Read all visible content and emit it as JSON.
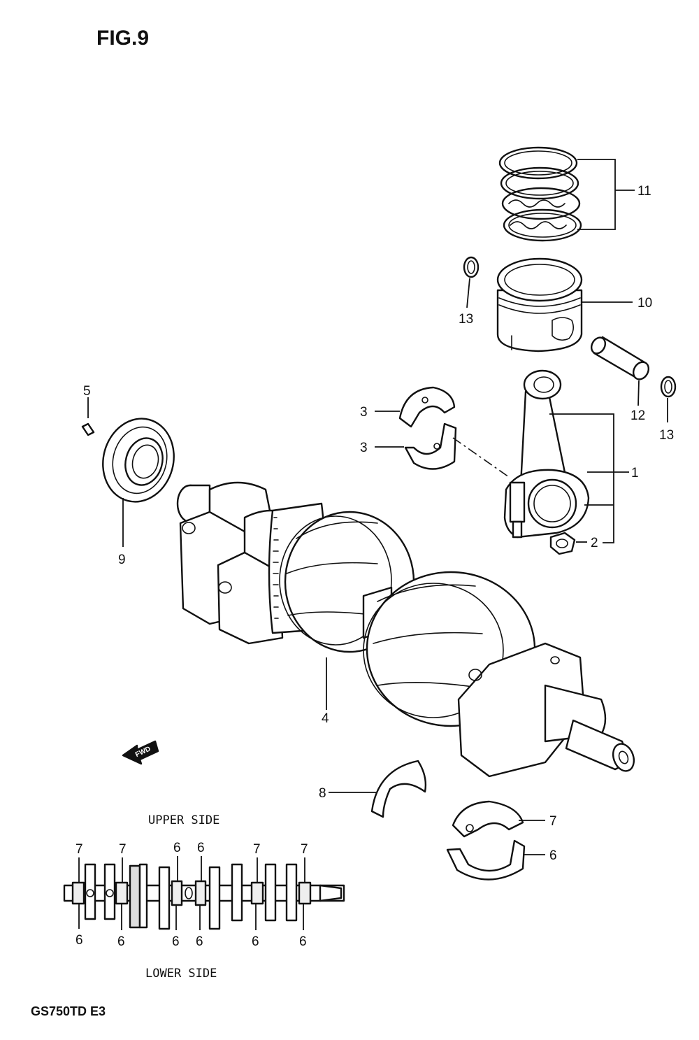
{
  "figure": {
    "title": "FIG.9",
    "model": "GS750TD E3"
  },
  "callouts": {
    "c1": "1",
    "c2": "2",
    "c3a": "3",
    "c3b": "3",
    "c4": "4",
    "c5": "5",
    "c6": "6",
    "c7": "7",
    "c8": "8",
    "c9": "9",
    "c10": "10",
    "c11": "11",
    "c12": "12",
    "c13a": "13",
    "c13b": "13"
  },
  "fwd_arrow": "FWD",
  "bearing_diagram": {
    "upper_side": "UPPER SIDE",
    "lower_side": "LOWER SIDE",
    "upper_labels": [
      "7",
      "7",
      "6",
      "6",
      "7",
      "7"
    ],
    "lower_labels": [
      "6",
      "6",
      "6",
      "6",
      "6",
      "6"
    ]
  },
  "icons": [
    "piston-ring-icon",
    "piston-icon",
    "connecting-rod-icon",
    "crankshaft-icon",
    "bearing-icon",
    "oil-seal-icon"
  ]
}
